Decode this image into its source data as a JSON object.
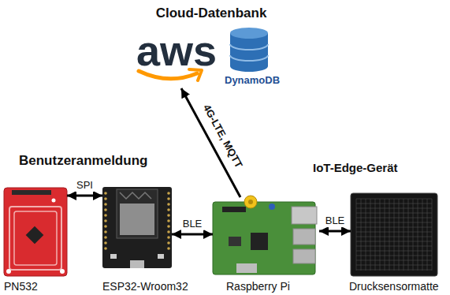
{
  "diagram": {
    "nodes": [
      {
        "text": [
          "Cloud-Datenbank",
          "aws",
          "DynamoDB"
        ]
      },
      {
        "text": [
          "PN532"
        ]
      },
      {
        "text": [
          "ESP32-Wroom32"
        ]
      },
      {
        "text": [
          "Raspberry Pi"
        ]
      },
      {
        "text": [
          "Drucksensormatte"
        ]
      }
    ],
    "edges": [
      {
        "from": 1,
        "to": 2,
        "arrow": "both",
        "label": "SPI"
      },
      {
        "from": 2,
        "to": 3,
        "arrow": "both",
        "label": "BLE"
      },
      {
        "from": 3,
        "to": 4,
        "arrow": "both",
        "label": "BLE"
      },
      {
        "from": 3,
        "to": 0,
        "arrow": "to",
        "label": "4G-LTE, MQTT"
      }
    ],
    "labels": [
      "Benutzeranmeldung",
      "IoT-Edge-Gerät"
    ]
  }
}
